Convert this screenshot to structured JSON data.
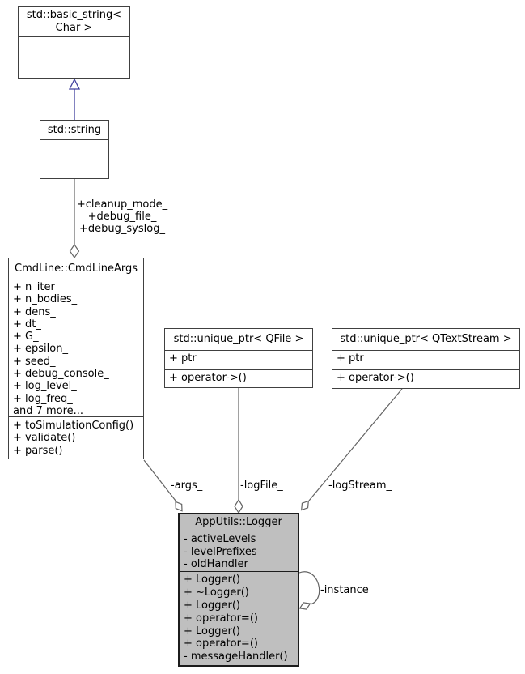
{
  "diagram_type": "uml-collaboration-diagram",
  "classes": {
    "basic_string": {
      "title": "std::basic_string< Char >",
      "attrs": [],
      "methods": []
    },
    "string": {
      "title": "std::string",
      "attrs": [],
      "methods": []
    },
    "cmdlineargs": {
      "title": "CmdLine::CmdLineArgs",
      "attrs": [
        "+ n_iter_",
        "+ n_bodies_",
        "+ dens_",
        "+ dt_",
        "+ G_",
        "+ epsilon_",
        "+ seed_",
        "+ debug_console_",
        "+ log_level_",
        "+ log_freq_",
        "and 7 more..."
      ],
      "methods": [
        "+ toSimulationConfig()",
        "+ validate()",
        "+ parse()"
      ]
    },
    "qfile_ptr": {
      "title": "std::unique_ptr< QFile >",
      "attrs": [
        "+ ptr"
      ],
      "methods": [
        "+ operator->()"
      ]
    },
    "qtextstream_ptr": {
      "title": "std::unique_ptr< QTextStream >",
      "attrs": [
        "+ ptr"
      ],
      "methods": [
        "+ operator->()"
      ]
    },
    "logger": {
      "title": "AppUtils::Logger",
      "attrs": [
        "- activeLevels_",
        "- levelPrefixes_",
        "- oldHandler_"
      ],
      "methods": [
        "+ Logger()",
        "+ ~Logger()",
        "+ Logger()",
        "+ operator=()",
        "+ Logger()",
        "+ operator=()",
        "- messageHandler()"
      ]
    }
  },
  "edge_labels": {
    "string_agg": [
      "+cleanup_mode_",
      "+debug_file_",
      "+debug_syslog_"
    ],
    "args": "-args_",
    "logfile": "-logFile_",
    "logstream": "-logStream_",
    "instance": "-instance_"
  },
  "colors": {
    "inheritance_edge": "#40409e",
    "association_edge": "#636363",
    "node_border": "#404040",
    "selected_node_fill": "#bfbfbf",
    "background": "#ffffff"
  }
}
